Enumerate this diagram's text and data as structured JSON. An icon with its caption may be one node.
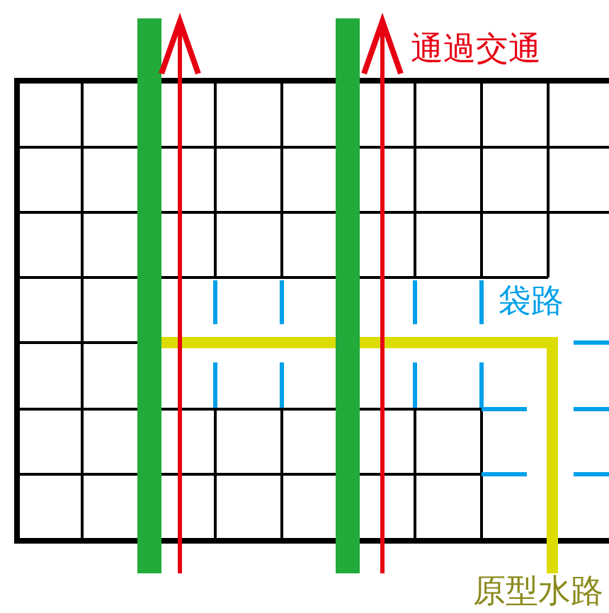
{
  "diagram": {
    "labels": [
      "通過交通",
      "袋路",
      "原型水路"
    ]
  }
}
